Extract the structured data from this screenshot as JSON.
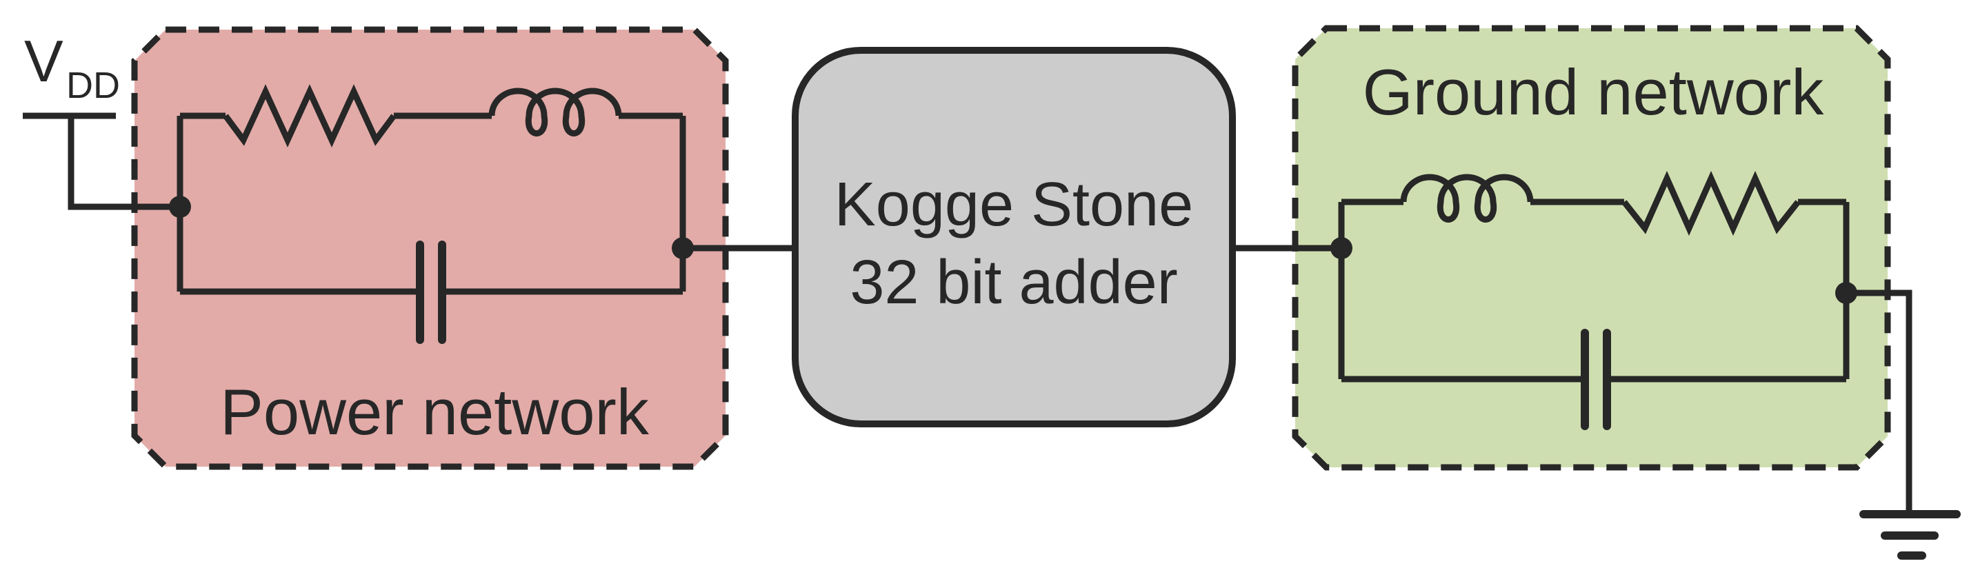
{
  "colors": {
    "background": "#FFFFFF",
    "ink": "#272727",
    "power_network_fill": "#E2ABA8",
    "ground_network_fill": "#CFDEB0",
    "adder_fill": "#CCCCCC"
  },
  "labels": {
    "vdd_main": "V",
    "vdd_sub": "DD",
    "power_network": "Power network",
    "adder_line1": "Kogge Stone",
    "adder_line2": "32 bit adder",
    "ground_network": "Ground network"
  },
  "diagram": {
    "type": "circuit-block-diagram",
    "blocks": [
      {
        "id": "power-network",
        "label": "Power network",
        "fill": "#E2ABA8",
        "components": [
          "resistor",
          "inductor",
          "capacitor"
        ],
        "topology": "series R-L branch in parallel with C, fed from VDD, output to adder"
      },
      {
        "id": "adder",
        "label": "Kogge Stone 32 bit adder",
        "fill": "#CCCCCC"
      },
      {
        "id": "ground-network",
        "label": "Ground network",
        "fill": "#CFDEB0",
        "components": [
          "inductor",
          "resistor",
          "capacitor"
        ],
        "topology": "series L-R branch in parallel with C, from adder to earth ground"
      }
    ],
    "terminals": [
      {
        "id": "vdd-supply",
        "label": "VDD"
      },
      {
        "id": "earth-ground",
        "label": ""
      }
    ]
  }
}
